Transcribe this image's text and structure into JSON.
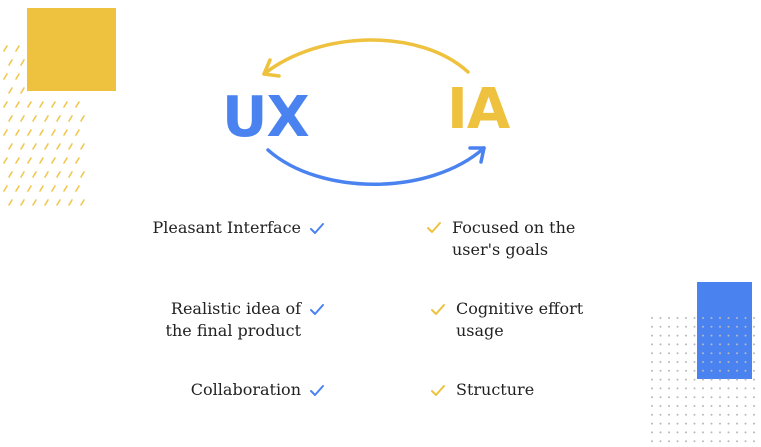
{
  "diagram": {
    "left_term": "UX",
    "right_term": "IA",
    "colors": {
      "ux_blue": "#4A83F0",
      "ia_yellow": "#EEC23E",
      "text": "#222222"
    },
    "ux_features": [
      {
        "lines": [
          "Pleasant Interface"
        ]
      },
      {
        "lines": [
          "Realistic idea of",
          "the final product"
        ]
      },
      {
        "lines": [
          "Collaboration"
        ]
      }
    ],
    "ia_features": [
      {
        "lines": [
          "Focused on the",
          "user's goals"
        ]
      },
      {
        "lines": [
          "Cognitive effort",
          "usage"
        ]
      },
      {
        "lines": [
          "Structure"
        ]
      }
    ],
    "icons": {
      "check": "check-icon",
      "arrow_top": "curved-arrow-left-icon",
      "arrow_bottom": "curved-arrow-right-icon"
    }
  }
}
